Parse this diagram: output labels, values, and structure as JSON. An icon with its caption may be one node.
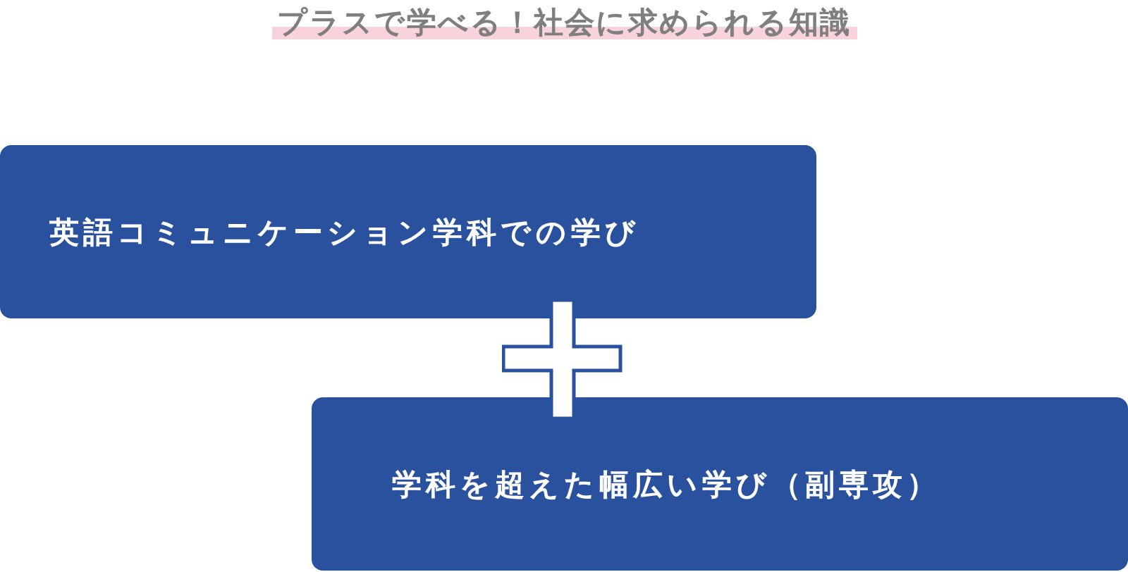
{
  "diagram": {
    "title": "プラスで学べる！社会に求められる知識",
    "nodes": [
      {
        "text": [
          "英語コミュニケーション学科での学び"
        ]
      },
      {
        "text": [
          "学科を超えた幅広い学び（副専攻）"
        ]
      }
    ]
  }
}
